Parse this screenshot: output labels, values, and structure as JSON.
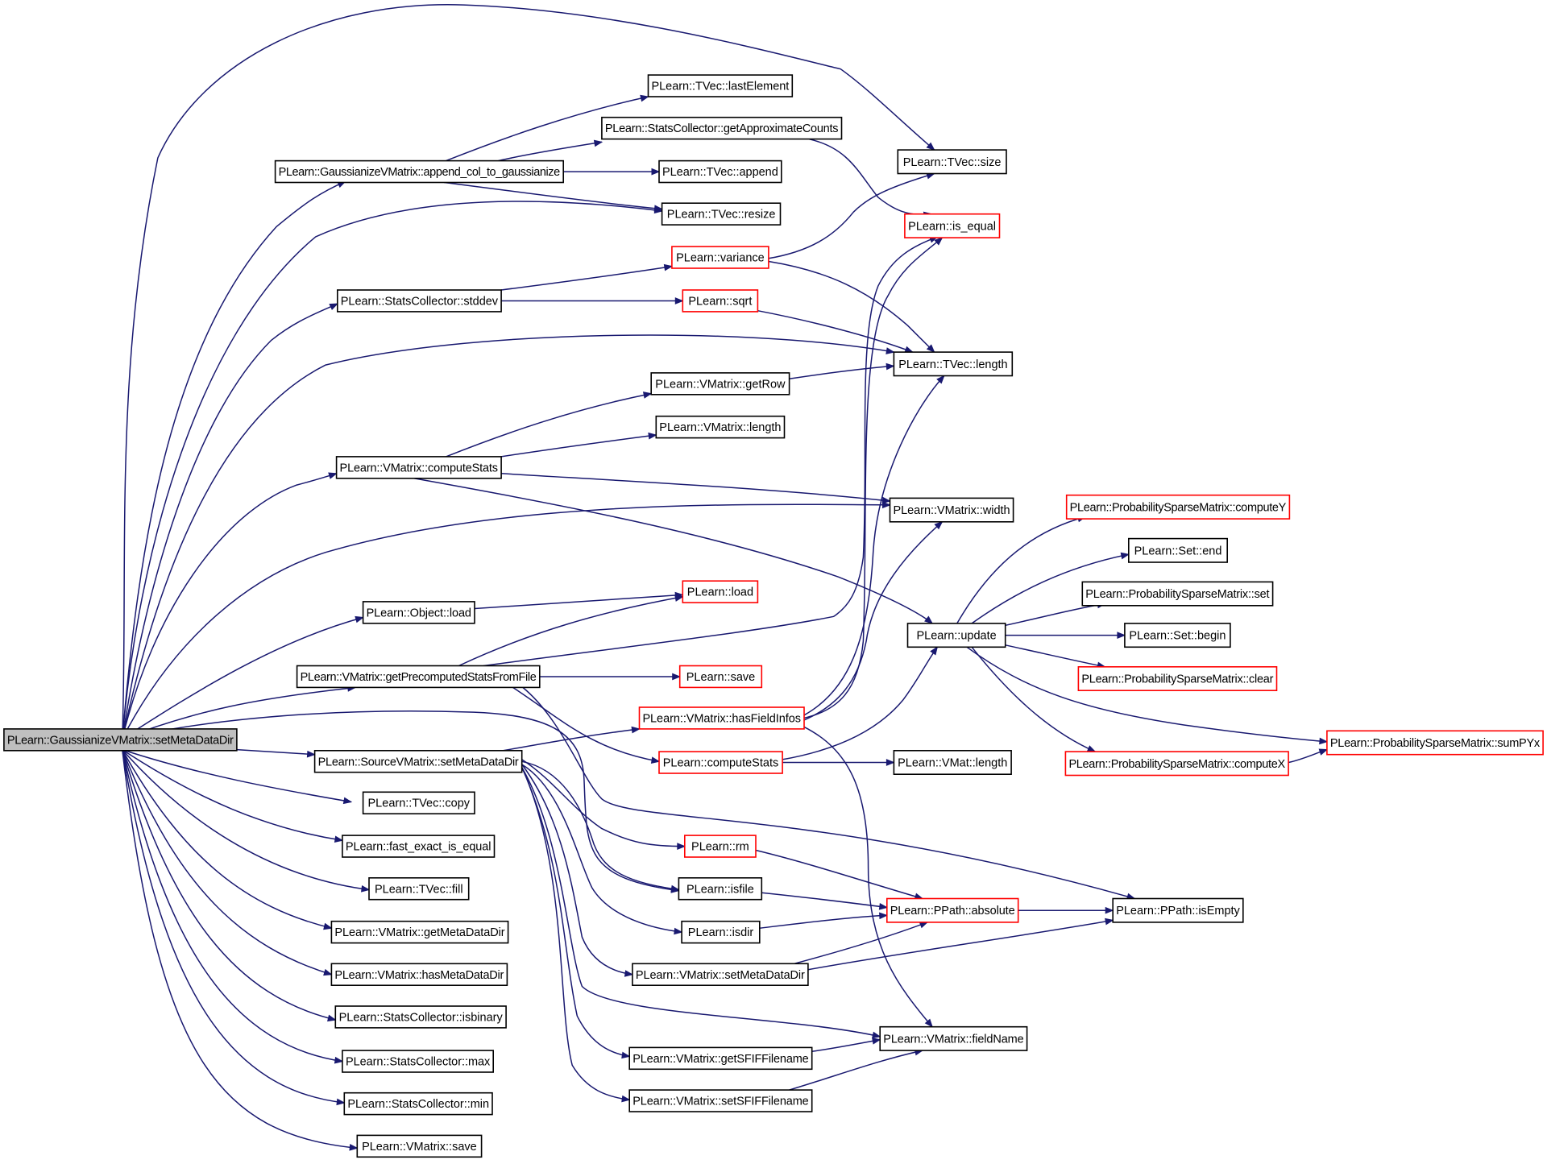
{
  "diagram": {
    "colors": {
      "edge": "#191970",
      "node_border": "#000000",
      "node_border_truncated": "#ff0000",
      "root_fill": "#bfbfbf"
    },
    "nodes": [
      {
        "id": "root",
        "label": "PLearn::GaussianizeVMatrix::setMetaDataDir",
        "style": "root"
      },
      {
        "id": "append",
        "label": "PLearn::GaussianizeVMatrix::append_col_to_gaussianize",
        "style": "normal"
      },
      {
        "id": "lastElement",
        "label": "PLearn::TVec::lastElement",
        "style": "normal"
      },
      {
        "id": "getApprox",
        "label": "PLearn::StatsCollector::getApproximateCounts",
        "style": "normal"
      },
      {
        "id": "tvecAppend",
        "label": "PLearn::TVec::append",
        "style": "normal"
      },
      {
        "id": "tvecResize",
        "label": "PLearn::TVec::resize",
        "style": "normal"
      },
      {
        "id": "tvecSize",
        "label": "PLearn::TVec::size",
        "style": "normal"
      },
      {
        "id": "isEqual",
        "label": "PLearn::is_equal",
        "style": "red"
      },
      {
        "id": "variance",
        "label": "PLearn::variance",
        "style": "red"
      },
      {
        "id": "stddev",
        "label": "PLearn::StatsCollector::stddev",
        "style": "normal"
      },
      {
        "id": "sqrt",
        "label": "PLearn::sqrt",
        "style": "red"
      },
      {
        "id": "tvecLength",
        "label": "PLearn::TVec::length",
        "style": "normal"
      },
      {
        "id": "getRow",
        "label": "PLearn::VMatrix::getRow",
        "style": "normal"
      },
      {
        "id": "vmLength",
        "label": "PLearn::VMatrix::length",
        "style": "normal"
      },
      {
        "id": "computeStatsVM",
        "label": "PLearn::VMatrix::computeStats",
        "style": "normal"
      },
      {
        "id": "vmWidth",
        "label": "PLearn::VMatrix::width",
        "style": "normal"
      },
      {
        "id": "objectLoad",
        "label": "PLearn::Object::load",
        "style": "normal"
      },
      {
        "id": "load",
        "label": "PLearn::load",
        "style": "red"
      },
      {
        "id": "getPrecomp",
        "label": "PLearn::VMatrix::getPrecomputedStatsFromFile",
        "style": "normal"
      },
      {
        "id": "save",
        "label": "PLearn::save",
        "style": "red"
      },
      {
        "id": "update",
        "label": "PLearn::update",
        "style": "normal"
      },
      {
        "id": "computeY",
        "label": "PLearn::ProbabilitySparseMatrix::computeY",
        "style": "red"
      },
      {
        "id": "setEnd",
        "label": "PLearn::Set::end",
        "style": "normal"
      },
      {
        "id": "psmSet",
        "label": "PLearn::ProbabilitySparseMatrix::set",
        "style": "normal"
      },
      {
        "id": "setBegin",
        "label": "PLearn::Set::begin",
        "style": "normal"
      },
      {
        "id": "psmClear",
        "label": "PLearn::ProbabilitySparseMatrix::clear",
        "style": "red"
      },
      {
        "id": "hasFieldInfos",
        "label": "PLearn::VMatrix::hasFieldInfos",
        "style": "red"
      },
      {
        "id": "sumPYx",
        "label": "PLearn::ProbabilitySparseMatrix::sumPYx",
        "style": "red"
      },
      {
        "id": "sourceSetMeta",
        "label": "PLearn::SourceVMatrix::setMetaDataDir",
        "style": "normal"
      },
      {
        "id": "computeStats",
        "label": "PLearn::computeStats",
        "style": "red"
      },
      {
        "id": "vmatLength",
        "label": "PLearn::VMat::length",
        "style": "normal"
      },
      {
        "id": "computeX",
        "label": "PLearn::ProbabilitySparseMatrix::computeX",
        "style": "red"
      },
      {
        "id": "tvecCopy",
        "label": "PLearn::TVec::copy",
        "style": "normal"
      },
      {
        "id": "fastExact",
        "label": "PLearn::fast_exact_is_equal",
        "style": "normal"
      },
      {
        "id": "rm",
        "label": "PLearn::rm",
        "style": "red"
      },
      {
        "id": "tvecFill",
        "label": "PLearn::TVec::fill",
        "style": "normal"
      },
      {
        "id": "isfile",
        "label": "PLearn::isfile",
        "style": "normal"
      },
      {
        "id": "absolute",
        "label": "PLearn::PPath::absolute",
        "style": "red"
      },
      {
        "id": "isEmpty",
        "label": "PLearn::PPath::isEmpty",
        "style": "normal"
      },
      {
        "id": "isdir",
        "label": "PLearn::isdir",
        "style": "normal"
      },
      {
        "id": "getMetaDataDir",
        "label": "PLearn::VMatrix::getMetaDataDir",
        "style": "normal"
      },
      {
        "id": "vmSetMeta",
        "label": "PLearn::VMatrix::setMetaDataDir",
        "style": "normal"
      },
      {
        "id": "hasMetaDataDir",
        "label": "PLearn::VMatrix::hasMetaDataDir",
        "style": "normal"
      },
      {
        "id": "isbinary",
        "label": "PLearn::StatsCollector::isbinary",
        "style": "normal"
      },
      {
        "id": "fieldName",
        "label": "PLearn::VMatrix::fieldName",
        "style": "normal"
      },
      {
        "id": "getSFIF",
        "label": "PLearn::VMatrix::getSFIFFilename",
        "style": "normal"
      },
      {
        "id": "scMax",
        "label": "PLearn::StatsCollector::max",
        "style": "normal"
      },
      {
        "id": "setSFIF",
        "label": "PLearn::VMatrix::setSFIFFilename",
        "style": "normal"
      },
      {
        "id": "scMin",
        "label": "PLearn::StatsCollector::min",
        "style": "normal"
      },
      {
        "id": "vmSave",
        "label": "PLearn::VMatrix::save",
        "style": "normal"
      }
    ]
  }
}
